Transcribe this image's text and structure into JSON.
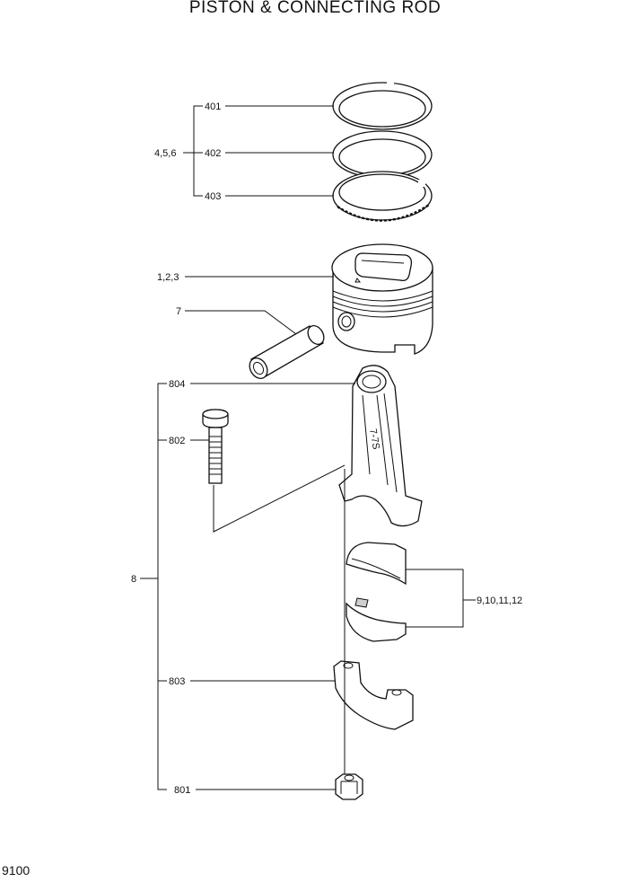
{
  "title": "PISTON & CONNECTING ROD",
  "page_number": "9100",
  "callouts": {
    "c401": "401",
    "c402": "402",
    "c403": "403",
    "c456": "4,5,6",
    "c123": "1,2,3",
    "c7": "7",
    "c804": "804",
    "c802": "802",
    "c8": "8",
    "c9101112": "9,10,11,12",
    "c803": "803",
    "c801": "801"
  },
  "rod_marking": "7-7S"
}
